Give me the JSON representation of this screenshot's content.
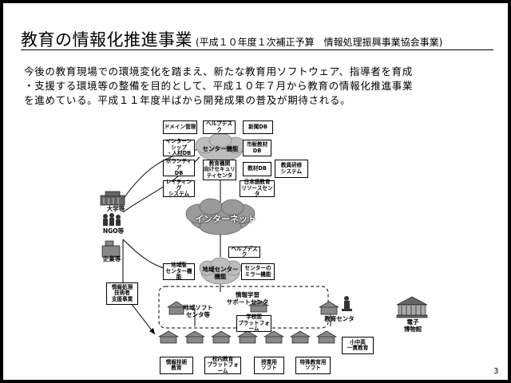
{
  "title": {
    "main": "教育の情報化推進事業",
    "sub": "(平成１０年度１次補正予算　情報処理振興事業協会事業)"
  },
  "intro": [
    "今後の教育現場での環境変化を踏まえ、新たな教育用ソフトウェア、指導者を育成",
    "・支援する環境等の整備を目的として、平成１０年７月から教育の情報化推進事業",
    "を進めている。平成１１年度半ばから開発成果の普及が期待される。"
  ],
  "page_number": "3",
  "diagram": {
    "top_boxes": {
      "domain": "ドメイン管理",
      "helpdesk": "ヘルプデスク",
      "news_db": "新聞DB",
      "internship": "インターンシップ\n・人材DB",
      "market_db": "市販教材\nDB",
      "volunteer": "ボランティア\nDB",
      "security": "教育機関\n向けセキュリ\nティセンタ",
      "material_db": "教材DB",
      "teacher_training": "教員研修\nシステム",
      "rating": "レイティング\nシステム",
      "resource_center": "日本語教育\nリソースセンタ"
    },
    "center_cloud": "センター機能",
    "internet": "インターネット",
    "regional": {
      "helpdesk": "ヘルプデスク",
      "regional_center": "地域版\nセンター機能",
      "regional_cloud": "地域センター\n機能",
      "mirror": "センターの\nミラー機能"
    },
    "left": {
      "university": "大学等",
      "ngo": "NGO等",
      "company": "企業等",
      "it_engineer": "情報処理\n技術者\n支援事業"
    },
    "support": {
      "info_learning": "情報学習\nサポートセンタ",
      "regional_soft": "地域ソフト\nセンタ等",
      "school_platform": "学校間\nプラットフォーム",
      "education_center": "教育センタ",
      "museum": "電子\n博物館",
      "elementary": "小中高\n一貫教育"
    },
    "bottom_boxes": {
      "info_tech": "情報技術\n教育",
      "campus_platform": "校内教育\nプラットフォーム",
      "class_soft": "授業用\nソフト",
      "special_soft": "特殊教育用\nソフト"
    }
  }
}
